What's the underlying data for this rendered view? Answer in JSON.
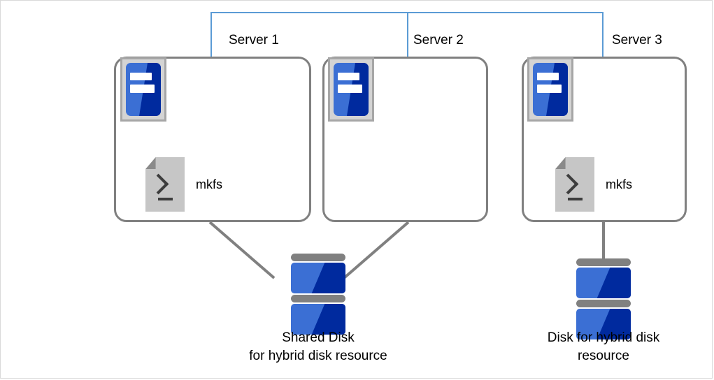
{
  "diagram": {
    "cluster_bracket_color": "#5b9bd5",
    "box_border_color": "#808080",
    "disk_light_color": "#3b6fd4",
    "disk_dark_color": "#002a9e"
  },
  "servers": [
    {
      "label": "Server 1",
      "has_mkfs": true,
      "mkfs_label": "mkfs"
    },
    {
      "label": "Server 2",
      "has_mkfs": false,
      "mkfs_label": ""
    },
    {
      "label": "Server 3",
      "has_mkfs": true,
      "mkfs_label": "mkfs"
    }
  ],
  "disks": [
    {
      "caption": "Shared Disk\nfor hybrid disk resource"
    },
    {
      "caption": "Disk for hybrid disk\nresource"
    }
  ]
}
